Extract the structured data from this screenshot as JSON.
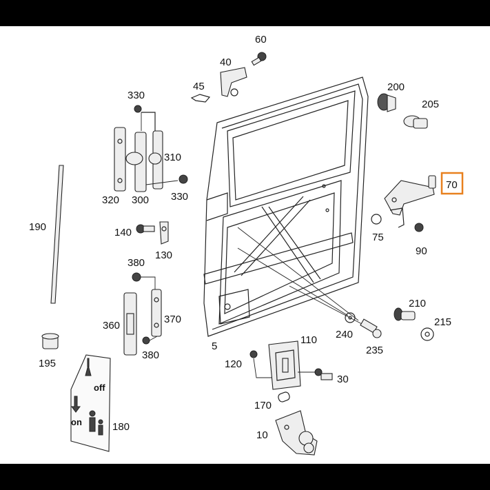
{
  "labels": {
    "p5": "5",
    "p10": "10",
    "p30": "30",
    "p40": "40",
    "p45": "45",
    "p60": "60",
    "p70": "70",
    "p75": "75",
    "p90": "90",
    "p110": "110",
    "p120": "120",
    "p130": "130",
    "p140": "140",
    "p170": "170",
    "p180": "180",
    "p190": "190",
    "p195": "195",
    "p200": "200",
    "p205": "205",
    "p210": "210",
    "p215": "215",
    "p235": "235",
    "p240": "240",
    "p300": "300",
    "p310": "310",
    "p320": "320",
    "p330a": "330",
    "p330b": "330",
    "p360": "360",
    "p370": "370",
    "p380a": "380",
    "p380b": "380"
  },
  "sticker": {
    "off": "off",
    "on": "on"
  },
  "colors": {
    "highlight": "#e8801e",
    "band": "#000000",
    "line": "#222222"
  },
  "highlighted_part": "70"
}
